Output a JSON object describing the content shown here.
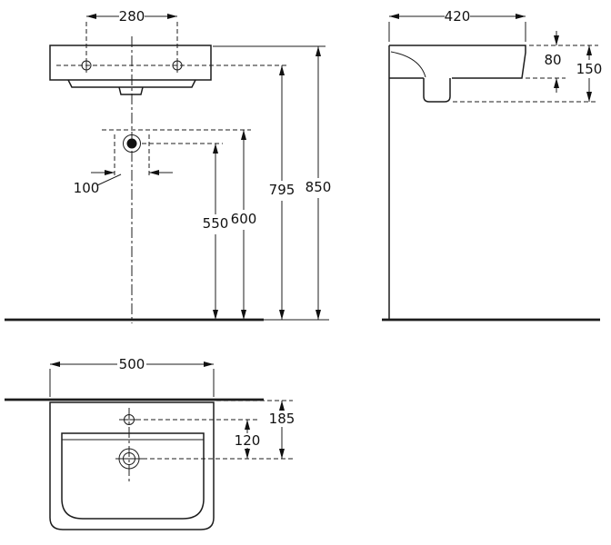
{
  "drawing": {
    "front_view": {
      "dim_hole_spacing": "280",
      "dim_drain": "100",
      "dim_drain_height": "550",
      "dim_rim_underside_height": "600",
      "dim_hole_height": "795",
      "dim_total_height": "850"
    },
    "side_view": {
      "dim_depth": "420",
      "dim_front_edge_height": "80",
      "dim_basin_depth": "150"
    },
    "top_view": {
      "dim_width": "500",
      "dim_faucet_to_drain": "120",
      "dim_wall_to_drain": "185"
    },
    "colors": {
      "line": "#1c1c1c",
      "background": "#ffffff"
    }
  }
}
